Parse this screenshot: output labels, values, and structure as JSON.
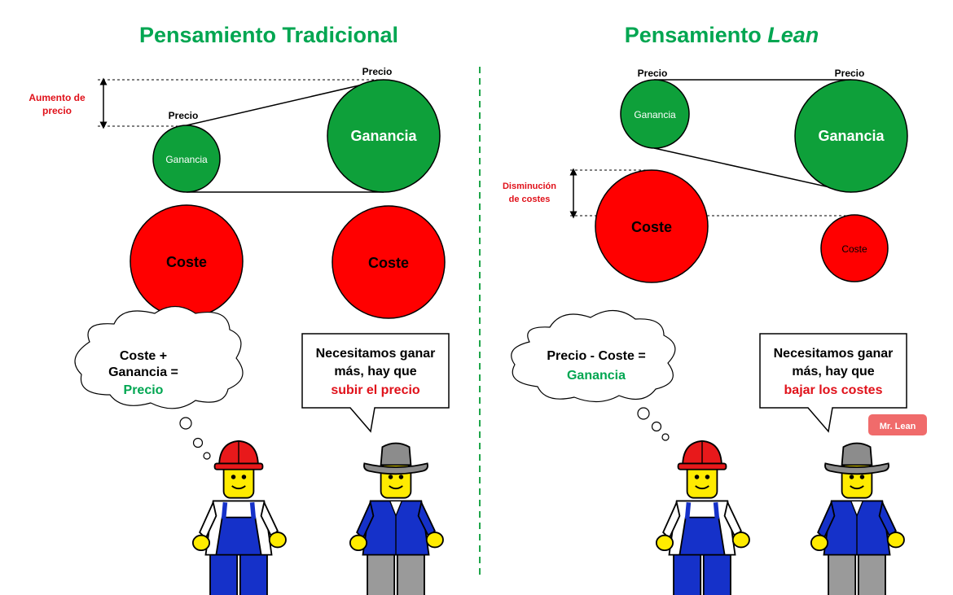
{
  "colors": {
    "title_green": "#00A651",
    "profit_green": "#0EA03A",
    "cost_red": "#FF0000",
    "annotation_red": "#E0111A",
    "badge": "#F06B6B",
    "divider": "#1FA64A",
    "figure_blue": "#1531C9",
    "figure_yellow": "#FFEB00",
    "helmet_red": "#E8191B",
    "hat_gray": "#8C8C8C"
  },
  "left": {
    "title": "Pensamiento Tradicional",
    "annotation": {
      "line1": "Aumento de",
      "line2": "precio"
    },
    "small_circle": {
      "price_label": "Precio",
      "profit_label": "Ganancia",
      "cost_label": "Coste"
    },
    "big_circle": {
      "price_label": "Precio",
      "profit_label": "Ganancia",
      "cost_label": "Coste"
    },
    "thought": {
      "line1": "Coste +",
      "line2": "Ganancia =",
      "line3": "Precio"
    },
    "speech": {
      "line1": "Necesitamos ganar",
      "line2": "más, hay que",
      "line3": "subir el precio"
    }
  },
  "right": {
    "title_prefix": "Pensamiento ",
    "title_emph": "Lean",
    "annotation": {
      "line1": "Disminución",
      "line2": "de costes"
    },
    "small_circle": {
      "price_label": "Precio",
      "profit_label": "Ganancia",
      "cost_label": "Coste"
    },
    "big_circle": {
      "price_label": "Precio",
      "profit_label": "Ganancia",
      "cost_label": "Coste"
    },
    "thought": {
      "line1": "Precio - Coste =",
      "line2": "Ganancia"
    },
    "speech": {
      "line1": "Necesitamos ganar",
      "line2": "más, hay que",
      "line3": "bajar los costes"
    },
    "badge": "Mr. Lean"
  }
}
